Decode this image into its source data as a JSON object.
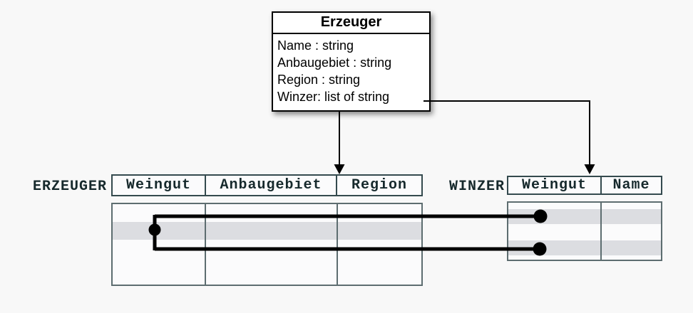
{
  "colors": {
    "background": "#f8f8f8",
    "row_highlight": "#dcdde1",
    "table_border": "#5d6d70",
    "header_border": "#344a4e",
    "label_text": "#16292c",
    "connector": "#000000"
  },
  "class_box": {
    "title": "Erzeuger",
    "attributes": [
      "Name : string",
      "Anbaugebiet : string",
      "Region : string",
      "Winzer: list of string"
    ]
  },
  "erzeuger_table": {
    "label": "ERZEUGER",
    "columns": [
      "Weingut",
      "Anbaugebiet",
      "Region"
    ]
  },
  "winzer_table": {
    "label": "WINZER",
    "columns": [
      "Weingut",
      "Name"
    ]
  }
}
